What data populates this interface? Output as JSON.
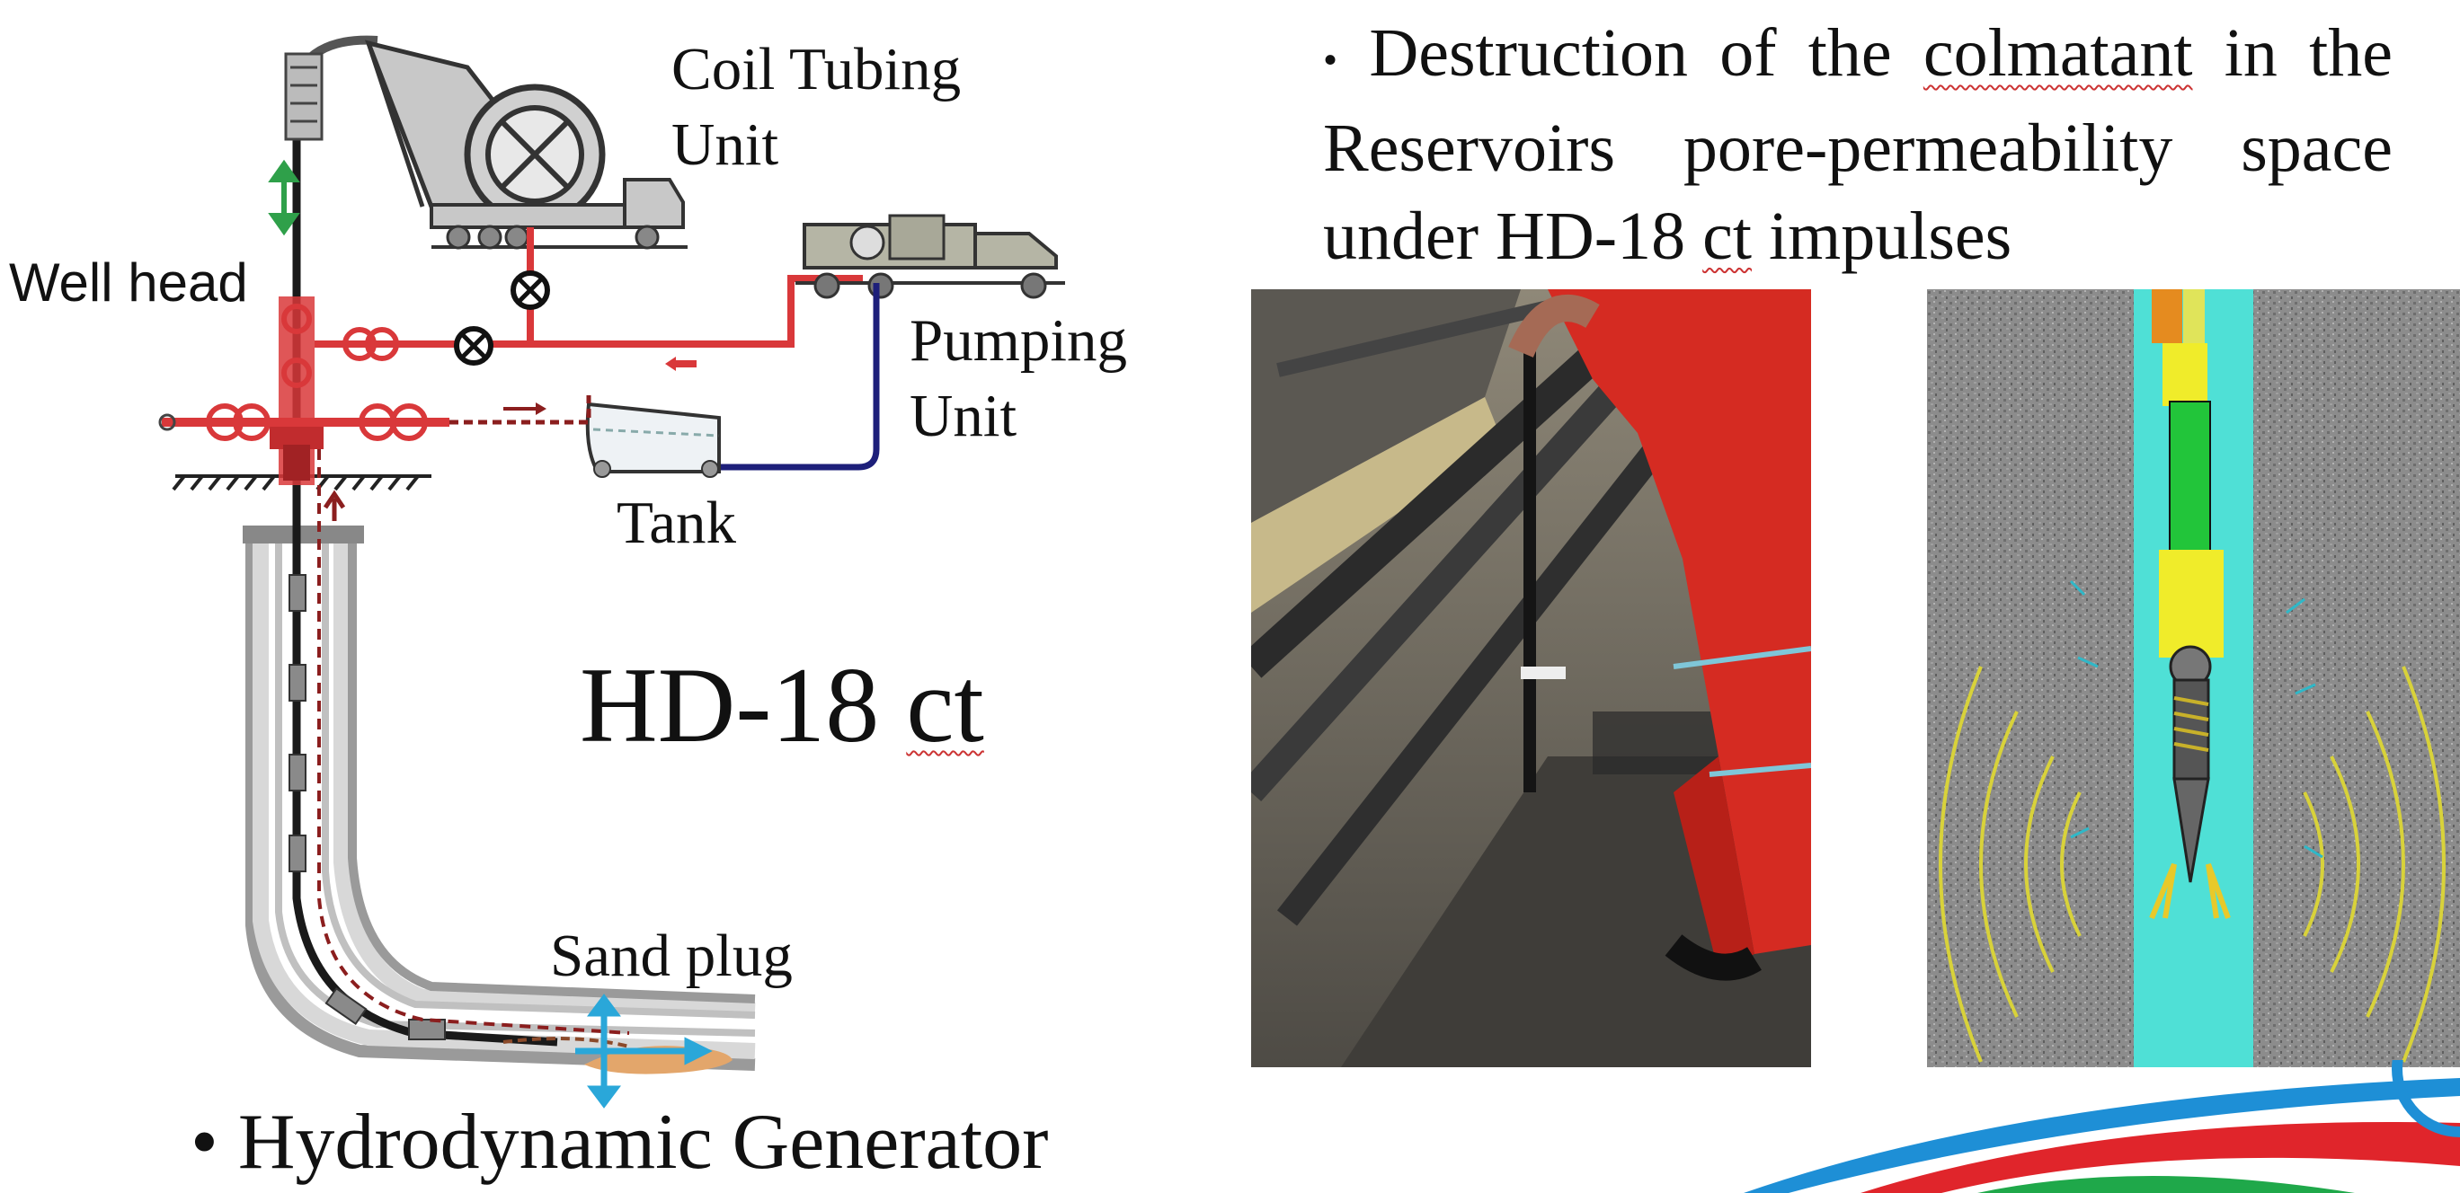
{
  "diagram": {
    "labels": {
      "coil_tubing_unit_line1": "Coil Tubing",
      "coil_tubing_unit_line2": "Unit",
      "well_head": "Well head",
      "pumping_unit_line1": "Pumping",
      "pumping_unit_line2": "Unit",
      "tank": "Tank",
      "sand_plug": "Sand plug",
      "tool_name_pre": "HD-18 ",
      "tool_name_ct": "ct"
    },
    "colors": {
      "pump_line": "#d9383a",
      "suction_line": "#1d1f7a",
      "valve": "#d9383a",
      "arrow_green": "#2fa04a",
      "water_jet": "#2aa7d9",
      "sand": "#e3a66b"
    }
  },
  "bottom_bullet": {
    "marker": "•",
    "text": "Hydrodynamic Generator"
  },
  "right_bullet": {
    "marker": "•",
    "pre": "Destruction of the ",
    "colmatant": "colmatant",
    "mid": " in the Reservoirs pore-permeability space under HD-18 ",
    "ct": "ct",
    "post": " impulses"
  },
  "images": {
    "field_photo": "field-photo",
    "tool_illustration": "downhole-tool-illustration"
  },
  "logo_colors": [
    "#1e8fd6",
    "#e0252b",
    "#1fa84a"
  ]
}
